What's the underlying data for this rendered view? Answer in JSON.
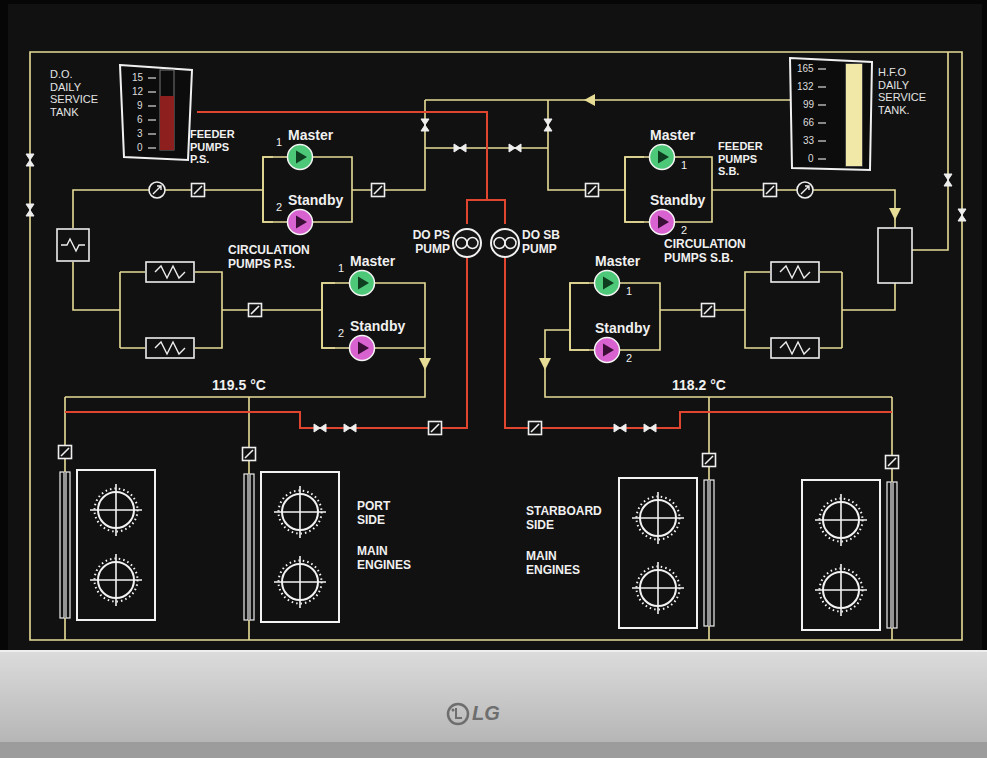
{
  "diagram": {
    "nodes": [
      {
        "text": [
          "D.O. DAILY SERVICE TANK"
        ]
      },
      {
        "text": [
          "H.F.O DAILY SERVICE TANK."
        ]
      },
      {
        "text": [
          "Master",
          "1"
        ]
      },
      {
        "text": [
          "Standby",
          "2"
        ]
      },
      {
        "text": [
          "Master",
          "1"
        ]
      },
      {
        "text": [
          "Standby",
          "2"
        ]
      },
      {
        "text": [
          "DO PS PUMP"
        ]
      },
      {
        "text": [
          "DO SB PUMP"
        ]
      },
      {
        "text": [
          "Master",
          "1"
        ]
      },
      {
        "text": [
          "Standby",
          "2"
        ]
      },
      {
        "text": [
          "Master",
          "1"
        ]
      },
      {
        "text": [
          "Standby",
          "2"
        ]
      }
    ],
    "edges": [
      {
        "from": 0,
        "to": 6,
        "arrow": "none"
      },
      {
        "from": 0,
        "to": 7,
        "arrow": "none"
      },
      {
        "from": 2,
        "to": 3,
        "arrow": "none"
      },
      {
        "from": 4,
        "to": 5,
        "arrow": "none"
      },
      {
        "from": 8,
        "to": 9,
        "arrow": "none"
      },
      {
        "from": 10,
        "to": 11,
        "arrow": "none"
      }
    ],
    "labels": [
      "15",
      "12",
      "9",
      "6",
      "3",
      "0",
      "FEEDER PUMPS P.S.",
      "CIRCULATION PUMPS P.S.",
      "165",
      "132",
      "99",
      "66",
      "33",
      "0",
      "FEEDER PUMPS S.B.",
      "CIRCULATION PUMPS S.B.",
      "119.5 °C",
      "PORT SIDE",
      "MAIN ENGINES",
      "118.2 °C",
      "STARBOARD SIDE",
      "MAIN ENGINES",
      "LG"
    ]
  }
}
